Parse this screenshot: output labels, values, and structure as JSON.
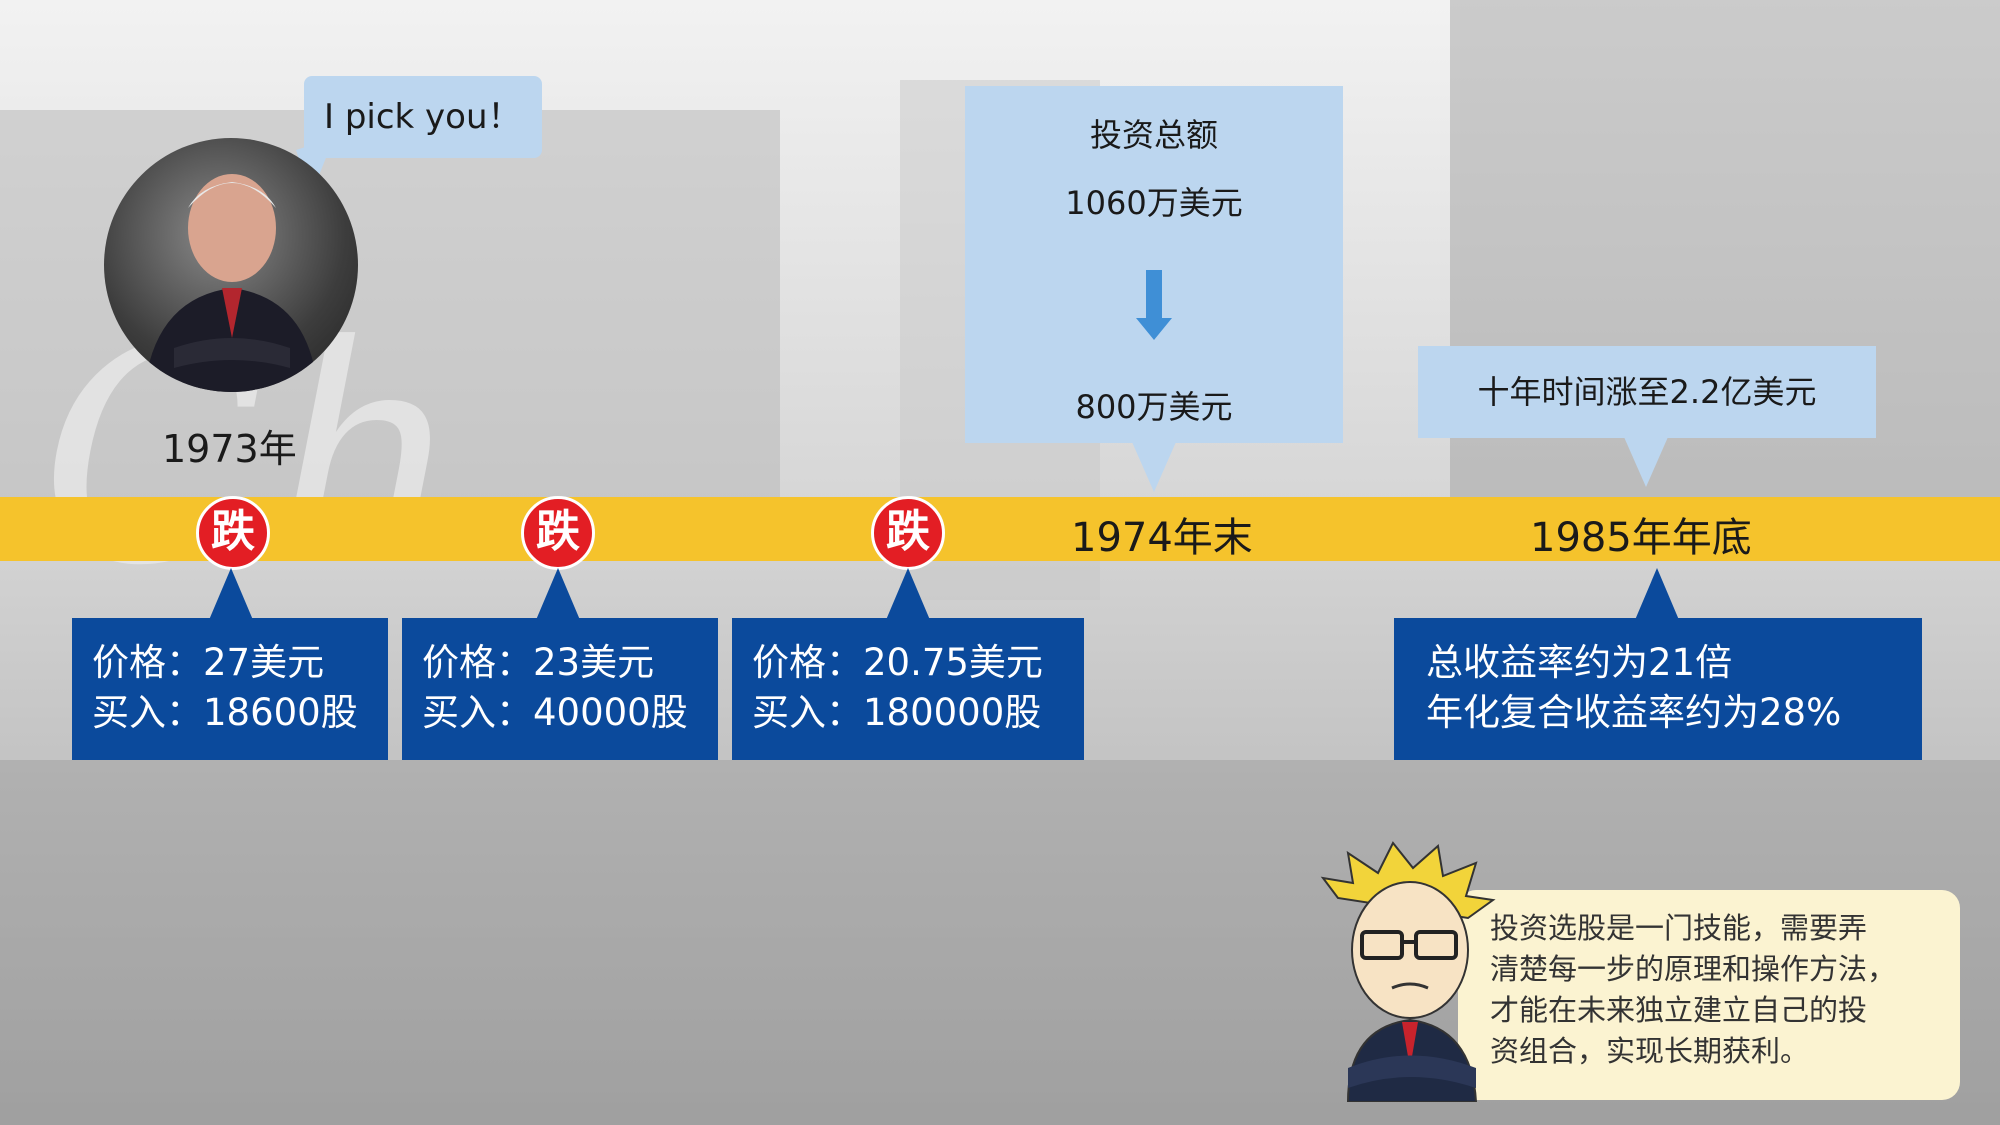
{
  "speech_bubble": "I pick you！",
  "portrait_year": "1973年",
  "falls": [
    {
      "label": "跌"
    },
    {
      "label": "跌"
    },
    {
      "label": "跌"
    }
  ],
  "purchases": [
    {
      "price": "价格：27美元",
      "buy": "买入：18600股"
    },
    {
      "price": "价格：23美元",
      "buy": "买入：40000股"
    },
    {
      "price": "价格：20.75美元",
      "buy": "买入：180000股"
    }
  ],
  "milestone_1974": {
    "bar_label": "1974年末",
    "title": "投资总额",
    "before": "1060万美元",
    "after": "800万美元"
  },
  "milestone_1985": {
    "bar_label": "1985年年底",
    "rise": "十年时间涨至2.2亿美元",
    "result_line1": "总收益率约为21倍",
    "result_line2": "年化复合收益率约为28%"
  },
  "tip": [
    "投资选股是一门技能，需要弄",
    "清楚每一步的原理和操作方法，",
    "才能在未来独立建立自己的投",
    "资组合，实现长期获利。"
  ],
  "colors": {
    "timeline": "#f5c32c",
    "box_blue": "#0b4a9c",
    "light_blue": "#bcd6ef",
    "fall_red": "#e31e24",
    "tip_bg": "#fbf3d1"
  }
}
